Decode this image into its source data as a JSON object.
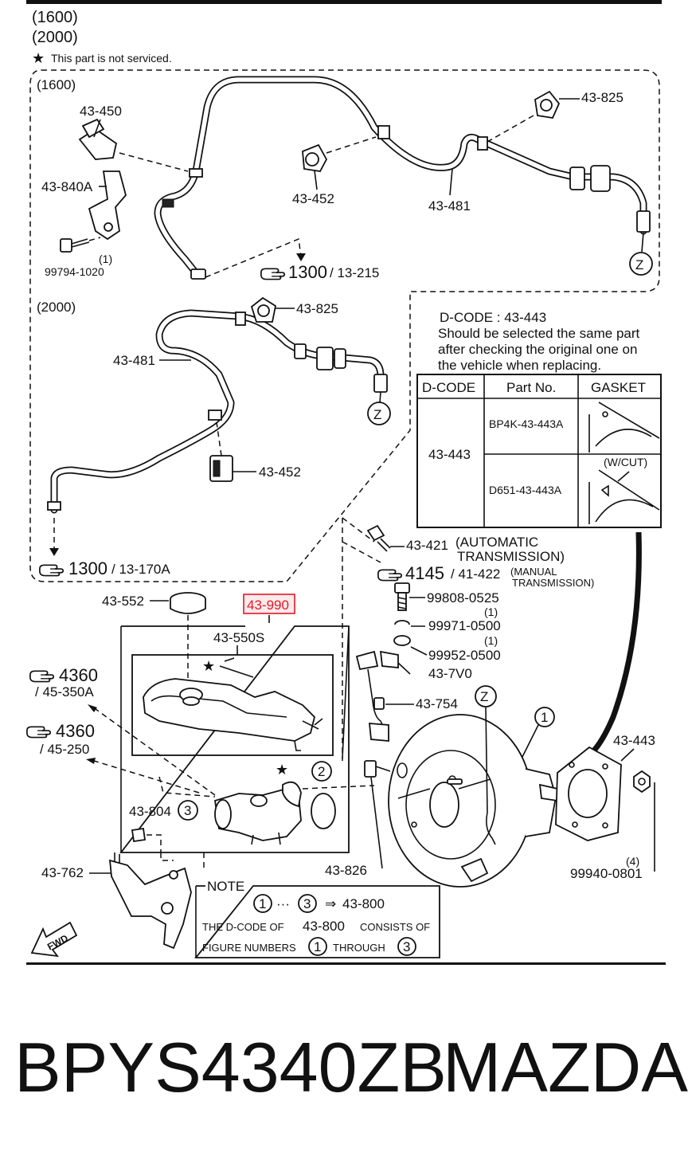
{
  "header": {
    "variant_1": "(1600)",
    "variant_2": "(2000)",
    "note": "This part is not serviced."
  },
  "panel_1600": {
    "title": "(1600)",
    "labels": {
      "p43_450": "43-450",
      "p43_840a": "43-840A",
      "p99794": "99794-1020",
      "p99794_qty": "(1)",
      "p43_825": "43-825",
      "p43_452": "43-452",
      "p43_481": "43-481",
      "z": "Z",
      "ref_num": "1300",
      "ref_sub": "/ 13-215"
    }
  },
  "panel_2000": {
    "title": "(2000)",
    "labels": {
      "p43_825": "43-825",
      "p43_481": "43-481",
      "p43_452": "43-452",
      "z": "Z",
      "ref_num": "1300",
      "ref_sub": "/ 13-170A"
    }
  },
  "dcode_note": {
    "line1": "D-CODE :  43-443",
    "line2": "Should be selected the same part",
    "line3": "after checking the original one on",
    "line4": "the vehicle when replacing."
  },
  "dcode_table": {
    "headers": [
      "D-CODE",
      "Part No.",
      "GASKET"
    ],
    "dcode": "43-443",
    "rows": [
      {
        "part_no": "BP4K-43-443A",
        "gasket_note": ""
      },
      {
        "part_no": "D651-43-443A",
        "gasket_note": "(W/CUT)"
      }
    ]
  },
  "lower": {
    "p43_421": "43-421",
    "auto_trans_1": "(AUTOMATIC",
    "auto_trans_2": "TRANSMISSION)",
    "ref_4145": "4145",
    "ref_41_422": "/ 41-422",
    "manual_1": "(MANUAL",
    "manual_2": "TRANSMISSION)",
    "p99808": "99808-0525",
    "qty1a": "(1)",
    "p99971": "99971-0500",
    "qty1b": "(1)",
    "p99952": "99952-0500",
    "p43_7v0": "43-7V0",
    "p43_754": "43-754",
    "z": "Z",
    "p43_552": "43-552",
    "p43_990": "43-990",
    "p43_550s": "43-550S",
    "ref_4360_a": "4360",
    "ref_45_350a": "/ 45-350A",
    "ref_4360_b": "4360",
    "ref_45_250": "/ 45-250",
    "p43_804": "43-804",
    "fig1": "1",
    "fig2": "2",
    "fig3": "3",
    "p43_443": "43-443",
    "p43_826": "43-826",
    "qty4": "(4)",
    "p99940": "99940-0801",
    "p43_762": "43-762",
    "fwd": "FWD"
  },
  "note_box": {
    "title": "NOTE",
    "formula_a": "1",
    "formula_dots": "···",
    "formula_b": "3",
    "formula_arrow": "⇒",
    "formula_part": "43-800",
    "line2_a": "THE D-CODE OF",
    "line2_b": "43-800",
    "line2_c": "CONSISTS OF",
    "line3_a": "FIGURE NUMBERS",
    "line3_n1": "1",
    "line3_b": "THROUGH",
    "line3_n2": "3"
  },
  "footer": {
    "part_number": "BPYS4340ZB",
    "brand": "MAZDA"
  },
  "colors": {
    "highlight": "#e0192b",
    "highlight_fill": "#fdeaea",
    "ink": "#111111"
  },
  "icons": [
    "star-icon",
    "pointing-hand-icon",
    "fwd-arrow-icon",
    "circle-z-icon"
  ]
}
